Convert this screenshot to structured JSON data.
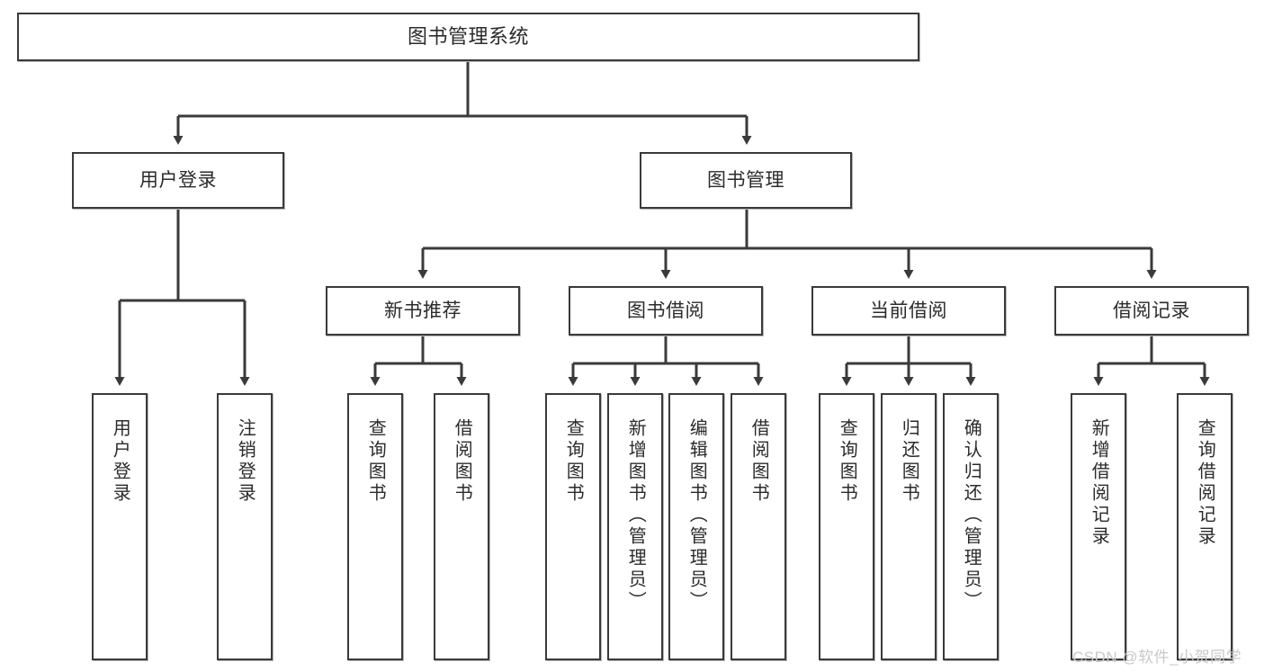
{
  "diagram": {
    "type": "hierarchy-block-diagram",
    "root": {
      "label": "图书管理系统"
    },
    "level2": [
      {
        "label": "用户登录"
      },
      {
        "label": "图书管理"
      }
    ],
    "level3": [
      {
        "label": "新书推荐"
      },
      {
        "label": "图书借阅"
      },
      {
        "label": "当前借阅"
      },
      {
        "label": "借阅记录"
      }
    ],
    "leaves": {
      "user_login": [
        {
          "label": "用户登录"
        },
        {
          "label": "注销登录"
        }
      ],
      "new_book_recommend": [
        {
          "label": "查询图书"
        },
        {
          "label": "借阅图书"
        }
      ],
      "book_borrow": [
        {
          "label": "查询图书"
        },
        {
          "label": "新增图书（管理员）"
        },
        {
          "label": "编辑图书（管理员）"
        },
        {
          "label": "借阅图书"
        }
      ],
      "current_borrow": [
        {
          "label": "查询图书"
        },
        {
          "label": "归还图书"
        },
        {
          "label": "确认归还（管理员）"
        }
      ],
      "borrow_record": [
        {
          "label": "新增借阅记录"
        },
        {
          "label": "查询借阅记录"
        }
      ]
    }
  },
  "watermark": {
    "text": "CSDN @软件_小贺同学"
  },
  "colors": {
    "stroke": "#3a3a3a",
    "text": "#2b2b2b",
    "background": "#ffffff",
    "shadow": "#b9b9b9",
    "watermark": "#c9c9c9"
  }
}
